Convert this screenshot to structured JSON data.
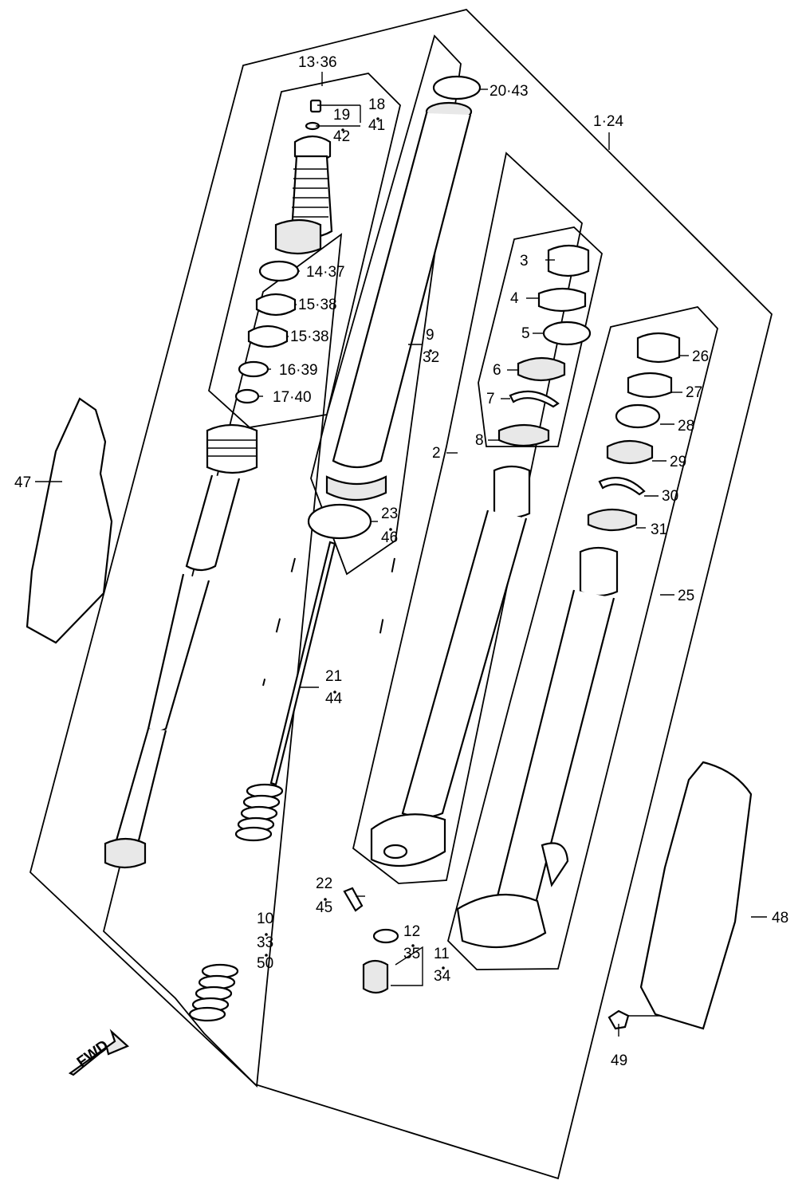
{
  "diagram": {
    "labels": [
      {
        "id": "l-13-36",
        "text": "13·36"
      },
      {
        "id": "l-18",
        "text": "18"
      },
      {
        "id": "l-19",
        "text": "19"
      },
      {
        "id": "l-41",
        "text": "41"
      },
      {
        "id": "l-42",
        "text": "42"
      },
      {
        "id": "l-14-37",
        "text": "14·37"
      },
      {
        "id": "l-15-38a",
        "text": "15·38"
      },
      {
        "id": "l-15-38b",
        "text": "15·38"
      },
      {
        "id": "l-16-39",
        "text": "16·39"
      },
      {
        "id": "l-17-40",
        "text": "17·40"
      },
      {
        "id": "l-20-43",
        "text": "20·43"
      },
      {
        "id": "l-1-24",
        "text": "1·24"
      },
      {
        "id": "l-9",
        "text": "9"
      },
      {
        "id": "l-32",
        "text": "32"
      },
      {
        "id": "l-3",
        "text": "3"
      },
      {
        "id": "l-4",
        "text": "4"
      },
      {
        "id": "l-5",
        "text": "5"
      },
      {
        "id": "l-6",
        "text": "6"
      },
      {
        "id": "l-7",
        "text": "7"
      },
      {
        "id": "l-8",
        "text": "8"
      },
      {
        "id": "l-2",
        "text": "2"
      },
      {
        "id": "l-23",
        "text": "23"
      },
      {
        "id": "l-46",
        "text": "46"
      },
      {
        "id": "l-26",
        "text": "26"
      },
      {
        "id": "l-27",
        "text": "27"
      },
      {
        "id": "l-28",
        "text": "28"
      },
      {
        "id": "l-29",
        "text": "29"
      },
      {
        "id": "l-30",
        "text": "30"
      },
      {
        "id": "l-31",
        "text": "31"
      },
      {
        "id": "l-25",
        "text": "25"
      },
      {
        "id": "l-47",
        "text": "47"
      },
      {
        "id": "l-21",
        "text": "21"
      },
      {
        "id": "l-44",
        "text": "44"
      },
      {
        "id": "l-22",
        "text": "22"
      },
      {
        "id": "l-45",
        "text": "45"
      },
      {
        "id": "l-10",
        "text": "10"
      },
      {
        "id": "l-33",
        "text": "33"
      },
      {
        "id": "l-50",
        "text": "50"
      },
      {
        "id": "l-12",
        "text": "12"
      },
      {
        "id": "l-35",
        "text": "35"
      },
      {
        "id": "l-11",
        "text": "11"
      },
      {
        "id": "l-34",
        "text": "34"
      },
      {
        "id": "l-48",
        "text": "48"
      },
      {
        "id": "l-49",
        "text": "49"
      }
    ],
    "fwd_text": "FWD"
  }
}
